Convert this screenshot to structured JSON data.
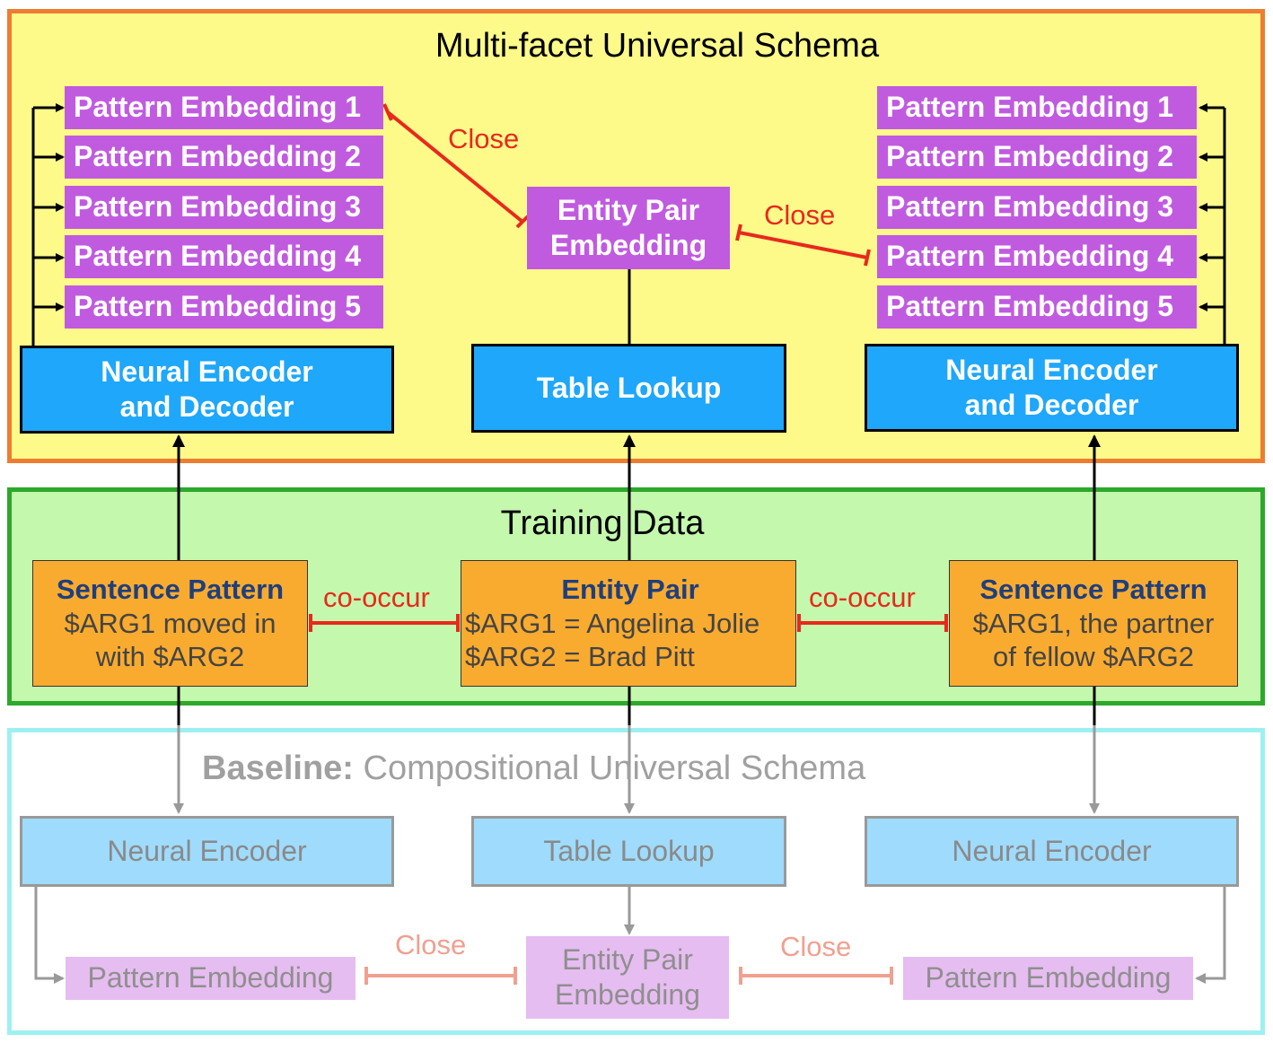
{
  "colors": {
    "top_panel_fill": "#fdfa8a",
    "top_panel_border": "#ed7d31",
    "mid_panel_fill": "#c4f8ad",
    "mid_panel_border": "#2da82a",
    "bottom_panel_border": "#9ef0f0",
    "pattern_embedding": "#c05be0",
    "encoder": "#1ea7fb",
    "sentence_box": "#f9ab30",
    "close_line": "#e8291c",
    "close_line_light": "#f0a090"
  },
  "top": {
    "title": "Multi-facet Universal Schema",
    "left_embeddings": [
      "Pattern Embedding 1",
      "Pattern Embedding 2",
      "Pattern Embedding 3",
      "Pattern Embedding 4",
      "Pattern Embedding 5"
    ],
    "right_embeddings": [
      "Pattern Embedding 1",
      "Pattern Embedding 2",
      "Pattern Embedding 3",
      "Pattern Embedding 4",
      "Pattern Embedding 5"
    ],
    "entity_pair_line1": "Entity Pair",
    "entity_pair_line2": "Embedding",
    "close_left": "Close",
    "close_right": "Close",
    "left_encoder_line1": "Neural Encoder",
    "left_encoder_line2": "and Decoder",
    "table_lookup": "Table Lookup",
    "right_encoder_line1": "Neural Encoder",
    "right_encoder_line2": "and Decoder"
  },
  "training": {
    "title": "Training Data",
    "left_pattern": {
      "heading": "Sentence Pattern",
      "line1": "$ARG1 moved in",
      "line2": "with $ARG2"
    },
    "entity_pair": {
      "heading": "Entity Pair",
      "line1": "$ARG1 = Angelina Jolie",
      "line2": "$ARG2 = Brad Pitt"
    },
    "right_pattern": {
      "heading": "Sentence Pattern",
      "line1": "$ARG1, the partner",
      "line2": "of fellow $ARG2"
    },
    "cooccur_left": "co-occur",
    "cooccur_right": "co-occur"
  },
  "baseline": {
    "title_bold": "Baseline:",
    "title_rest": " Compositional Universal Schema",
    "left_encoder": "Neural Encoder",
    "table_lookup": "Table Lookup",
    "right_encoder": "Neural Encoder",
    "left_embedding": "Pattern Embedding",
    "entity_pair_line1": "Entity Pair",
    "entity_pair_line2": "Embedding",
    "right_embedding": "Pattern Embedding",
    "close_left": "Close",
    "close_right": "Close"
  }
}
